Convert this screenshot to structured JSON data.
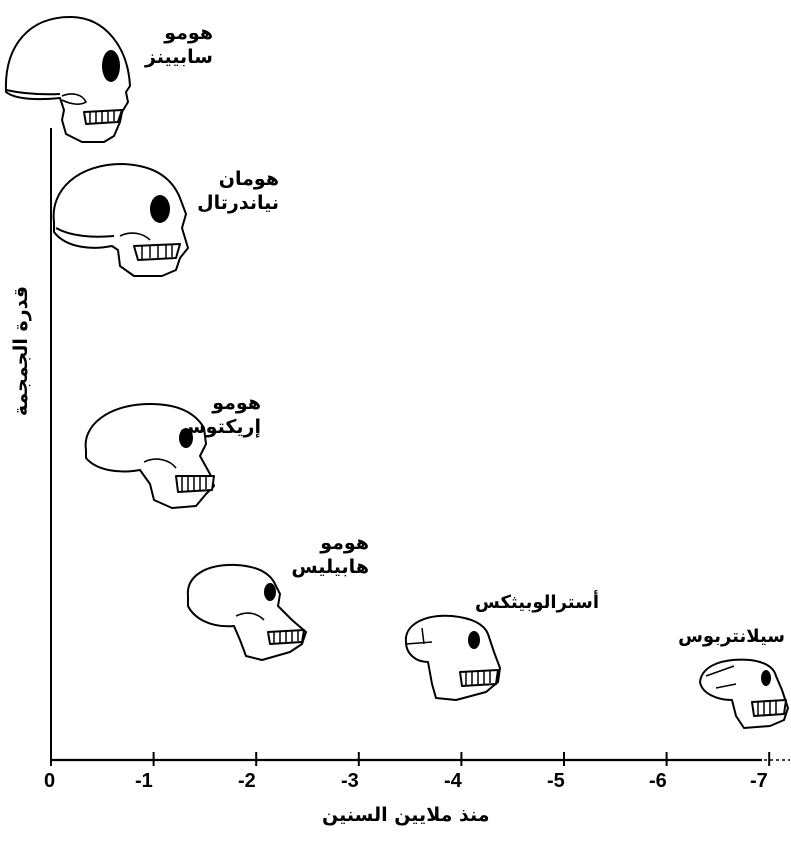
{
  "chart_data": {
    "type": "scatter",
    "xlabel": "منذ ملايين السنين",
    "ylabel": "قدرة الجمجمة",
    "xlim": [
      0,
      -7
    ],
    "x_ticks": [
      "0",
      "-1",
      "-2",
      "-3",
      "-4",
      "-5",
      "-6",
      "-7"
    ],
    "points": [
      {
        "label_line1": "هومو",
        "label_line2": "سابيينز",
        "skull": "sapiens-skull-icon"
      },
      {
        "label_line1": "هومان",
        "label_line2": "نياندرتال",
        "skull": "neanderthal-skull-icon"
      },
      {
        "label_line1": "هومو",
        "label_line2": "إريكتوس",
        "skull": "erectus-skull-icon"
      },
      {
        "label_line1": "هومو",
        "label_line2": "هابيليس",
        "skull": "habilis-skull-icon"
      },
      {
        "label_line1": "أسترالوبيثكس",
        "label_line2": "",
        "skull": "australopithecus-skull-icon"
      },
      {
        "label_line1": "سيلانتربوس",
        "label_line2": "",
        "skull": "sahelanthropus-skull-icon"
      }
    ]
  }
}
